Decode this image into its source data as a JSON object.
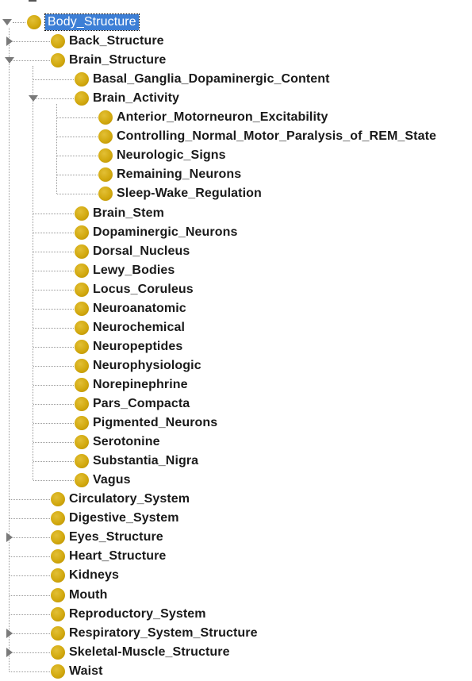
{
  "tree": {
    "root": {
      "label": "Body_Structure",
      "expanded": true,
      "selected": true
    },
    "level1": [
      {
        "label": "Back_Structure",
        "toggle": "collapsed"
      },
      {
        "label": "Brain_Structure",
        "toggle": "expanded",
        "children": [
          {
            "label": "Basal_Ganglia_Dopaminergic_Content",
            "toggle": "none"
          },
          {
            "label": "Brain_Activity",
            "toggle": "expanded",
            "children": [
              {
                "label": "Anterior_Motorneuron_Excitability"
              },
              {
                "label": "Controlling_Normal_Motor_Paralysis_of_REM_State"
              },
              {
                "label": "Neurologic_Signs"
              },
              {
                "label": "Remaining_Neurons"
              },
              {
                "label": "Sleep-Wake_Regulation"
              }
            ]
          },
          {
            "label": "Brain_Stem",
            "toggle": "none"
          },
          {
            "label": "Dopaminergic_Neurons",
            "toggle": "none"
          },
          {
            "label": "Dorsal_Nucleus",
            "toggle": "none"
          },
          {
            "label": "Lewy_Bodies",
            "toggle": "none"
          },
          {
            "label": "Locus_Coruleus",
            "toggle": "none"
          },
          {
            "label": "Neuroanatomic",
            "toggle": "none"
          },
          {
            "label": "Neurochemical",
            "toggle": "none"
          },
          {
            "label": "Neuropeptides",
            "toggle": "none"
          },
          {
            "label": "Neurophysiologic",
            "toggle": "none"
          },
          {
            "label": "Norepinephrine",
            "toggle": "none"
          },
          {
            "label": "Pars_Compacta",
            "toggle": "none"
          },
          {
            "label": "Pigmented_Neurons",
            "toggle": "none"
          },
          {
            "label": "Serotonine",
            "toggle": "none"
          },
          {
            "label": "Substantia_Nigra",
            "toggle": "none"
          },
          {
            "label": "Vagus",
            "toggle": "none"
          }
        ]
      },
      {
        "label": "Circulatory_System",
        "toggle": "none"
      },
      {
        "label": "Digestive_System",
        "toggle": "none"
      },
      {
        "label": "Eyes_Structure",
        "toggle": "collapsed"
      },
      {
        "label": "Heart_Structure",
        "toggle": "none"
      },
      {
        "label": "Kidneys",
        "toggle": "none"
      },
      {
        "label": "Mouth",
        "toggle": "none"
      },
      {
        "label": "Reproductory_System",
        "toggle": "none"
      },
      {
        "label": "Respiratory_System_Structure",
        "toggle": "collapsed"
      },
      {
        "label": "Skeletal-Muscle_Structure",
        "toggle": "collapsed"
      },
      {
        "label": "Waist",
        "toggle": "none"
      }
    ]
  },
  "colors": {
    "node_icon": "#d2a90f",
    "selection_bg": "#3d7fd6",
    "connector": "#9a9a9a",
    "text": "#1a1a1a"
  },
  "icons": {
    "node": "class-circle-icon",
    "expanded": "triangle-down-icon",
    "collapsed": "triangle-right-icon"
  }
}
